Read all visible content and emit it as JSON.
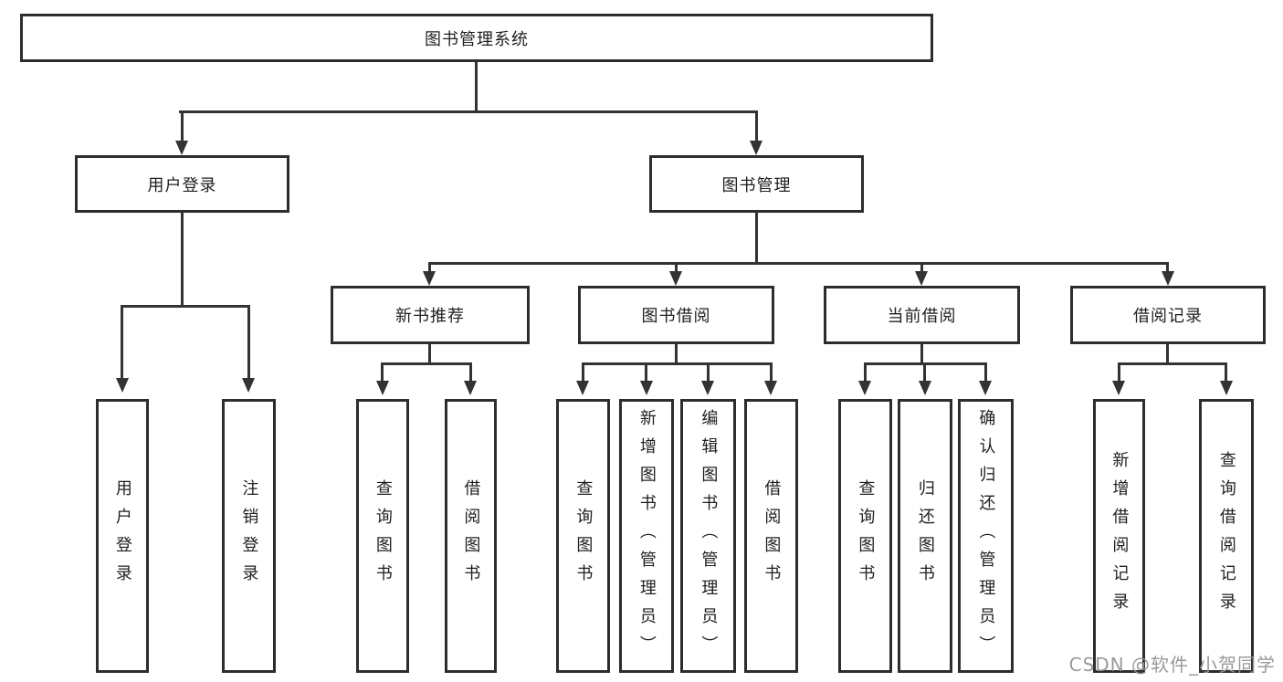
{
  "tree": {
    "root": {
      "label": "图书管理系统"
    },
    "branches": [
      {
        "label": "用户登录",
        "children": [
          {
            "label": "用户登录"
          },
          {
            "label": "注销登录"
          }
        ]
      },
      {
        "label": "图书管理",
        "children": [
          {
            "label": "新书推荐",
            "children": [
              {
                "label": "查询图书"
              },
              {
                "label": "借阅图书"
              }
            ]
          },
          {
            "label": "图书借阅",
            "children": [
              {
                "label": "查询图书"
              },
              {
                "label": "新增图书（管理员）"
              },
              {
                "label": "编辑图书（管理员）"
              },
              {
                "label": "借阅图书"
              }
            ]
          },
          {
            "label": "当前借阅",
            "children": [
              {
                "label": "查询图书"
              },
              {
                "label": "归还图书"
              },
              {
                "label": "确认归还（管理员）"
              }
            ]
          },
          {
            "label": "借阅记录",
            "children": [
              {
                "label": "新增借阅记录"
              },
              {
                "label": "查询借阅记录"
              }
            ]
          }
        ]
      }
    ]
  },
  "watermark": {
    "text": "CSDN @软件_小贺同学"
  },
  "colors": {
    "line": "#333333",
    "box_border": "#2d2d2d",
    "text": "#1f1f1f",
    "background": "#ffffff",
    "watermark": "#949494"
  }
}
